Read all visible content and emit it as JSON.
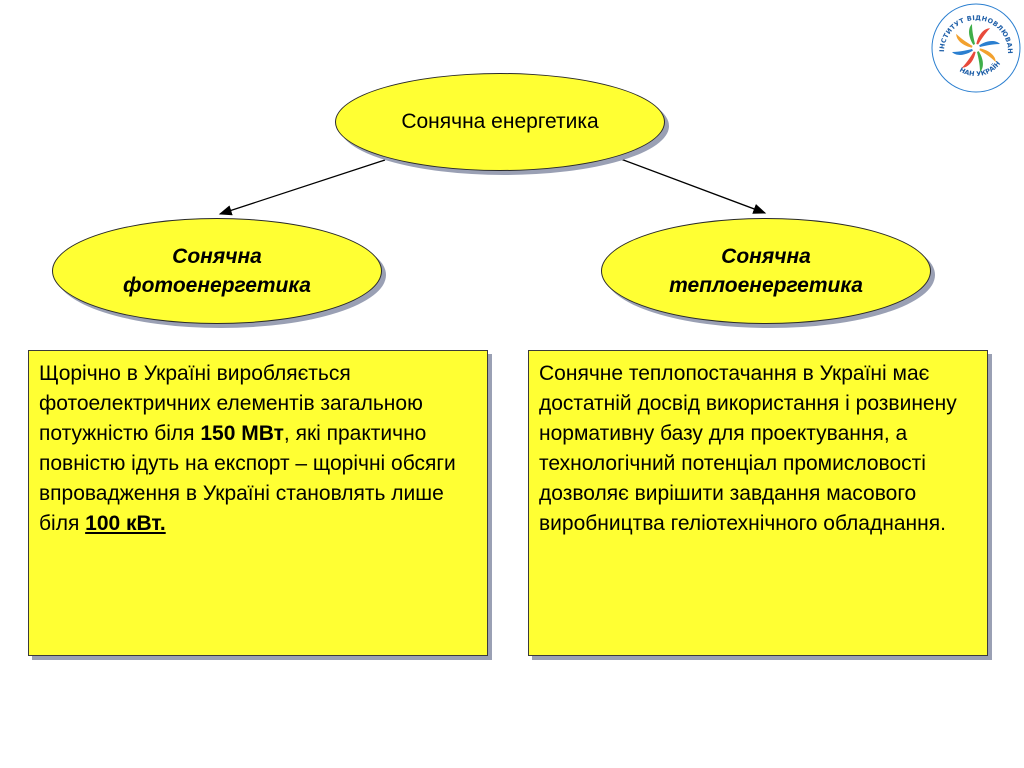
{
  "diagram": {
    "root": {
      "label": "Сонячна енергетика"
    },
    "left_node": {
      "line1": "Сонячна",
      "line2": "фотоенергетика"
    },
    "right_node": {
      "line1": "Сонячна",
      "line2": "теплоенергетика"
    },
    "left_box": {
      "p1": "Щорічно в Україні виробляється фотоелектричних елементів загальною потужністю біля ",
      "v1": "150 МВт",
      "p2": ", які практично повністю ідуть на експорт – щорічні обсяги впровадження в Україні становлять лише біля ",
      "v2": "100 кВт."
    },
    "right_box": {
      "text": "Сонячне теплопостачання в Україні має достатній досвід використання і розвинену нормативну базу для проектування, а технологічний потенціал промисловості дозволяє вирішити завдання масового виробництва геліотехнічного обладнання."
    }
  },
  "logo": {
    "text_top": "ІНСТИТУТ ВІДНОВЛЮВАНОЇ ЕНЕРГЕТИКИ",
    "text_bottom": "НАН УКРАЇНИ",
    "colors": [
      "#2b7fd0",
      "#f2a12e",
      "#3fae49",
      "#e84a3b"
    ]
  }
}
